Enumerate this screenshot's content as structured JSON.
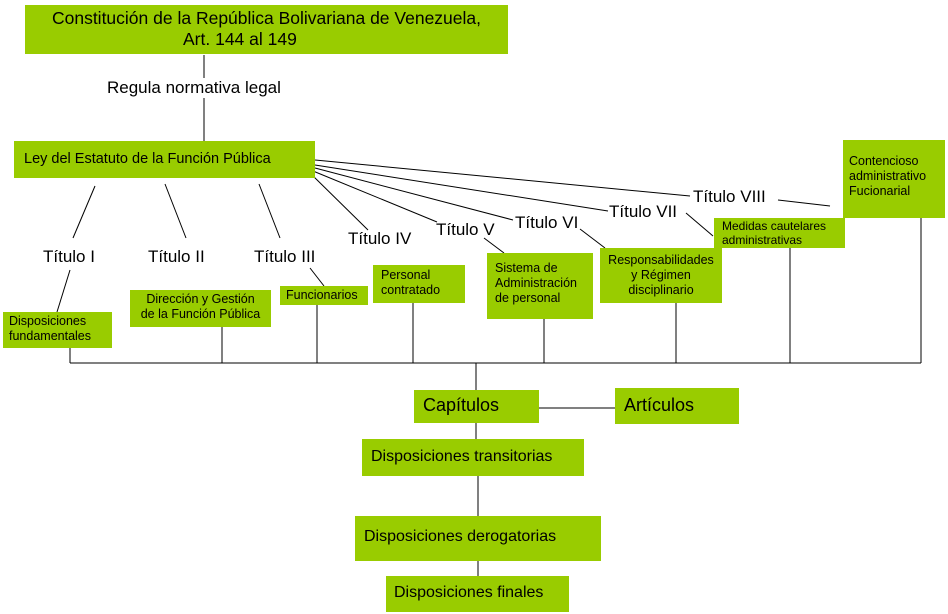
{
  "colors": {
    "box_fill": "#99cc00",
    "line": "#000000",
    "background": "#ffffff"
  },
  "constitution": {
    "line1": "Constitución de la República Bolivariana de Venezuela,",
    "line2": "Art. 144 al 149"
  },
  "regula_label": "Regula normativa legal",
  "ley_box": "Ley del Estatuto de la Función Pública",
  "titulos": {
    "t1": "Título I",
    "t2": "Título II",
    "t3": "Título III",
    "t4": "Título IV",
    "t5": "Título V",
    "t6": "Título VI",
    "t7": "Título VII",
    "t8": "Título VIII"
  },
  "contents": {
    "c1": {
      "line1": "Disposiciones",
      "line2": "fundamentales"
    },
    "c2": {
      "line1": "Dirección y Gestión",
      "line2": "de la Función Pública"
    },
    "c3": {
      "line1": "Funcionarios"
    },
    "c4": {
      "line1": "Personal",
      "line2": "contratado"
    },
    "c5": {
      "line1": "Sistema de",
      "line2": "Administración",
      "line3": "de personal"
    },
    "c6": {
      "line1": "Responsabilidades",
      "line2": "y Régimen",
      "line3": "disciplinario"
    },
    "c7": {
      "line1": "Medidas cautelares",
      "line2": "administrativas"
    },
    "c8": {
      "line1": "Contencioso",
      "line2": "administrativo",
      "line3": "Fucionarial"
    }
  },
  "capitulos": "Capítulos",
  "articulos": "Artículos",
  "disp_transitorias": "Disposiciones transitorias",
  "disp_derogatorias": "Disposiciones derogatorias",
  "disp_finales": "Disposiciones finales"
}
